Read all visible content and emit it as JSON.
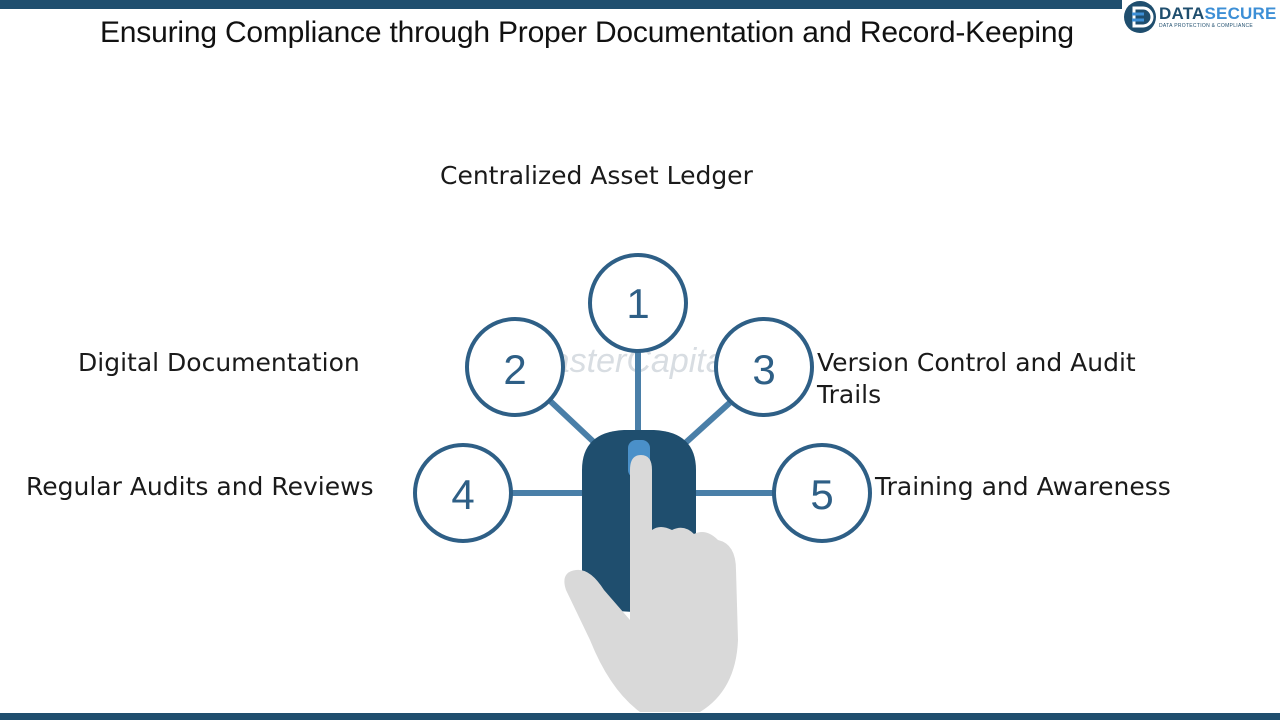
{
  "slide": {
    "title": "Ensuring Compliance through Proper Documentation and Record-Keeping"
  },
  "logo": {
    "name_part1": "DATA",
    "name_part2": "SECURE",
    "tagline": "DATA PROTECTION & COMPLIANCE",
    "icon": "datasecure-logo-icon",
    "brand_color": "#1f4e6e",
    "accent_color": "#3d8fd6"
  },
  "diagram": {
    "watermark": "FasterCapital",
    "nodes": [
      {
        "number": "1",
        "label": "Centralized Asset Ledger"
      },
      {
        "number": "2",
        "label": "Digital Documentation"
      },
      {
        "number": "3",
        "label_line1": "Version Control and Audit",
        "label_line2": "Trails"
      },
      {
        "number": "4",
        "label": "Regular Audits and Reviews"
      },
      {
        "number": "5",
        "label": "Training and Awareness"
      }
    ],
    "icon": "hand-pointer-mouse-icon",
    "colors": {
      "ring": "#2e5f86",
      "connector": "#4a7fa8",
      "mouse": "#1f4e6e",
      "hand": "#d9d9d9"
    }
  }
}
